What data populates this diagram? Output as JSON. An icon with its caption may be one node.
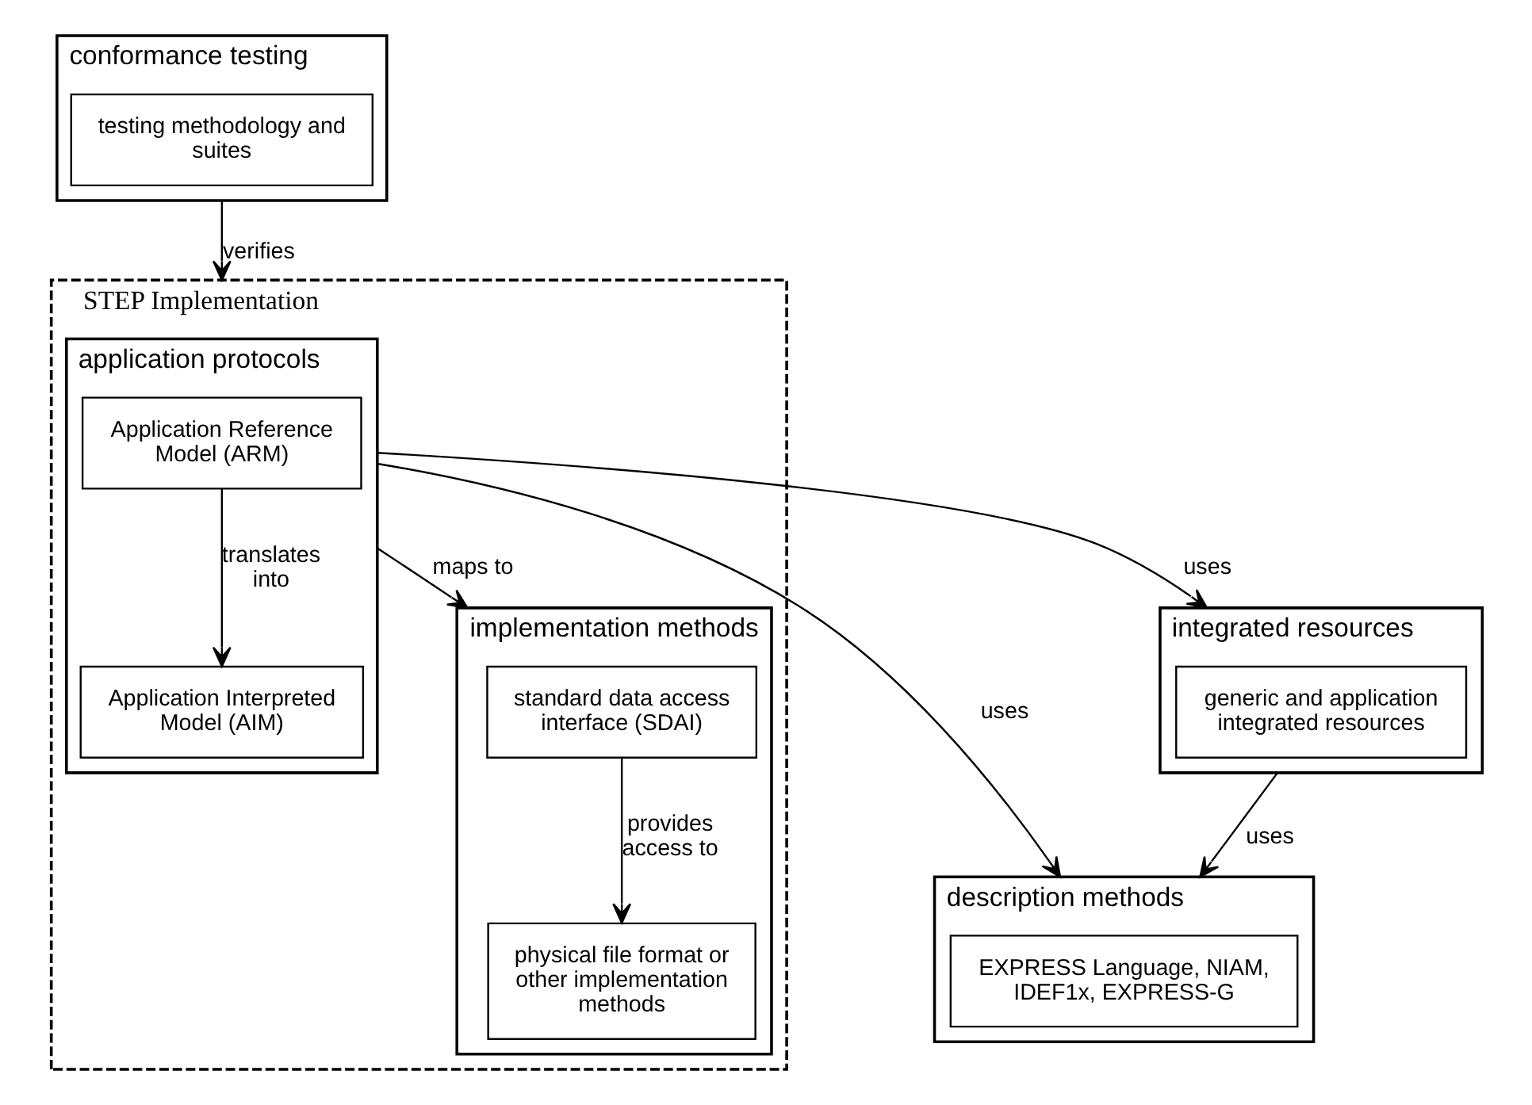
{
  "diagram": {
    "nodes": [
      {
        "text": [
          "description methods"
        ]
      },
      {
        "text": [
          "EXPRESS Language, NIAM, IDEF1x, EXPRESS-G"
        ],
        "in": 0
      },
      {
        "text": [
          "integrated resources"
        ]
      },
      {
        "text": [
          "generic and application integrated resources"
        ],
        "in": 2
      },
      {
        "text": [
          "STEP Implementation"
        ]
      },
      {
        "text": [
          "application protocols"
        ],
        "in": 4
      },
      {
        "text": [
          "Application Reference Model (ARM)"
        ],
        "in": 5
      },
      {
        "text": [
          "Application Interpreted Model (AIM)"
        ],
        "in": 5
      },
      {
        "text": [
          "implementation methods"
        ],
        "in": 4
      },
      {
        "text": [
          "standard data access interface (SDAI)"
        ],
        "in": 8
      },
      {
        "text": [
          "physical file format or other implementation methods"
        ],
        "in": 8
      },
      {
        "text": [
          "conformance testing"
        ]
      },
      {
        "text": [
          "testing methodology and suites"
        ],
        "in": 11
      }
    ],
    "edges": [
      {
        "from": 5,
        "to": 0,
        "arrow": "to",
        "label": "uses"
      },
      {
        "from": 5,
        "to": 2,
        "arrow": "to",
        "label": "uses"
      },
      {
        "from": 2,
        "to": 0,
        "arrow": "to",
        "label": "uses"
      },
      {
        "from": 6,
        "to": 7,
        "arrow": "to",
        "label": "translates into"
      },
      {
        "from": 5,
        "to": 8,
        "arrow": "to",
        "label": "maps to"
      },
      {
        "from": 9,
        "to": 10,
        "arrow": "to",
        "label": "provides access to"
      },
      {
        "from": 11,
        "to": 4,
        "arrow": "to",
        "label": "verifies"
      }
    ]
  }
}
